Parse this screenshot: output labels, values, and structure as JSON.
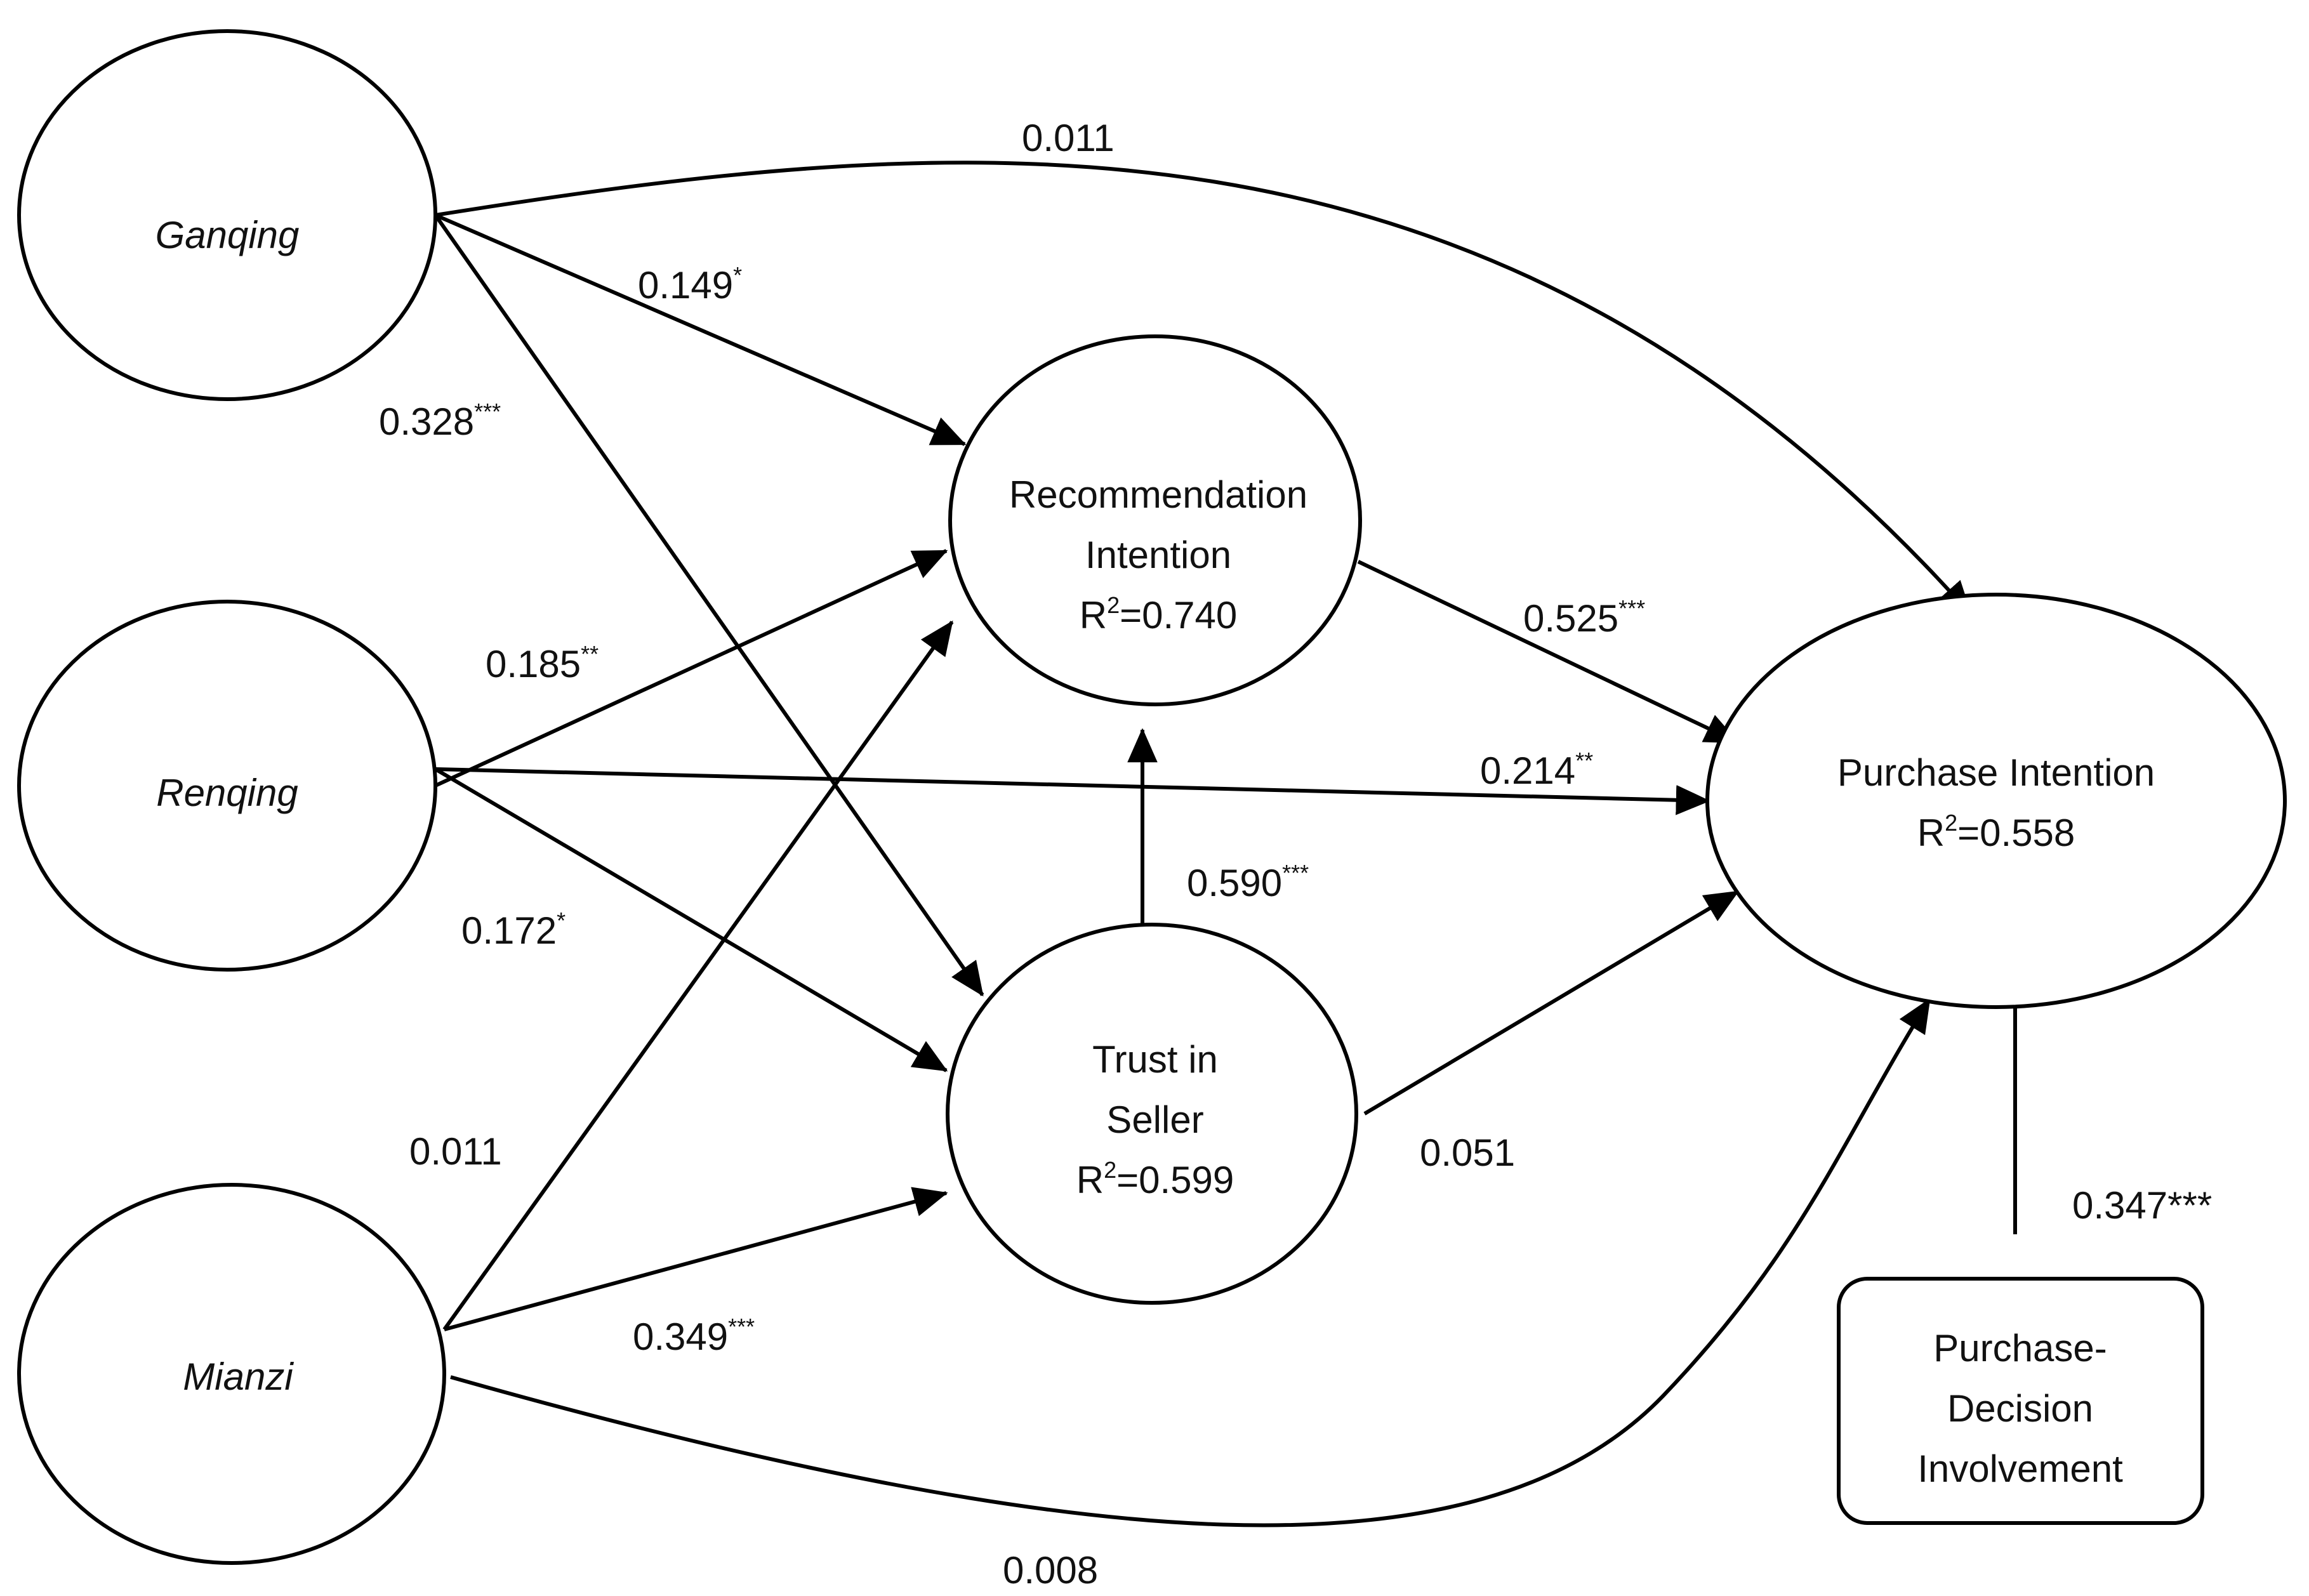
{
  "nodes": {
    "ganqing": {
      "lines": [
        "Ganqing"
      ],
      "italic": true
    },
    "renqing": {
      "lines": [
        "Renqing"
      ],
      "italic": true
    },
    "mianzi": {
      "lines": [
        "Mianzi"
      ],
      "italic": true
    },
    "recommendation": {
      "lines": [
        "Recommendation",
        "Intention"
      ],
      "r2_prefix": "R",
      "r2_sup": "2",
      "r2_value": "=0.740"
    },
    "trust": {
      "lines": [
        "Trust in",
        "Seller"
      ],
      "r2_prefix": "R",
      "r2_sup": "2",
      "r2_value": "=0.599"
    },
    "purchase": {
      "lines": [
        "Purchase Intention"
      ],
      "r2_prefix": "R",
      "r2_sup": "2",
      "r2_value": "=0.558"
    },
    "involvement": {
      "lines": [
        "Purchase-",
        "Decision",
        "Involvement"
      ]
    }
  },
  "edges": [
    {
      "id": "ganqing-purchase",
      "from": "Ganqing",
      "to": "Purchase Intention",
      "coef": "0.011",
      "sig": ""
    },
    {
      "id": "ganqing-recommendation",
      "from": "Ganqing",
      "to": "Recommendation Intention",
      "coef": "0.149",
      "sig": "*"
    },
    {
      "id": "ganqing-trust",
      "from": "Ganqing",
      "to": "Trust in Seller",
      "coef": "0.328",
      "sig": "***"
    },
    {
      "id": "renqing-recommendation",
      "from": "Renqing",
      "to": "Recommendation Intention",
      "coef": "0.185",
      "sig": "**"
    },
    {
      "id": "renqing-purchase",
      "from": "Renqing",
      "to": "Purchase Intention",
      "coef": "0.214",
      "sig": "**"
    },
    {
      "id": "renqing-trust",
      "from": "Renqing",
      "to": "Trust in Seller",
      "coef": "0.172",
      "sig": "*"
    },
    {
      "id": "mianzi-recommendation",
      "from": "Mianzi",
      "to": "Recommendation Intention",
      "coef": "0.011",
      "sig": ""
    },
    {
      "id": "mianzi-trust",
      "from": "Mianzi",
      "to": "Trust in Seller",
      "coef": "0.349",
      "sig": "***"
    },
    {
      "id": "mianzi-purchase",
      "from": "Mianzi",
      "to": "Purchase Intention",
      "coef": "0.008",
      "sig": ""
    },
    {
      "id": "recommendation-purchase",
      "from": "Recommendation Intention",
      "to": "Purchase Intention",
      "coef": "0.525",
      "sig": "***"
    },
    {
      "id": "trust-recommendation",
      "from": "Trust in Seller",
      "to": "Recommendation Intention",
      "coef": "0.590",
      "sig": "***"
    },
    {
      "id": "trust-purchase",
      "from": "Trust in Seller",
      "to": "Purchase Intention",
      "coef": "0.051",
      "sig": ""
    },
    {
      "id": "involvement-purchase",
      "from": "Purchase-Decision Involvement",
      "to": "Purchase Intention",
      "coef": "0.347***",
      "sig": ""
    }
  ]
}
